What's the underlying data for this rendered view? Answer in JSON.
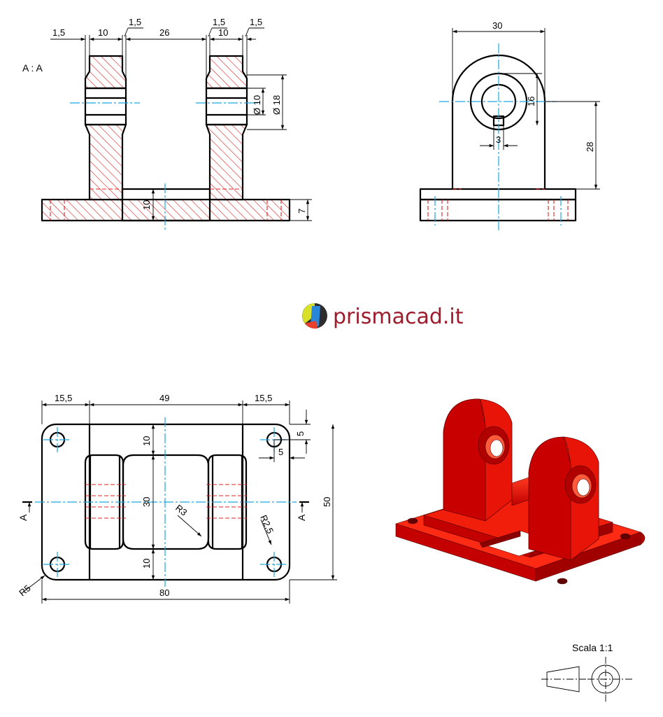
{
  "section_label": "A : A",
  "section_marker": "A",
  "brand": "prismacad.it",
  "scale_label": "Scala 1:1",
  "colors": {
    "part_red": "#d40000",
    "center_line": "#1fa8e0",
    "hidden_line": "#e02020",
    "brand": "#9c1c2c"
  },
  "section_view_dims": {
    "d1": "1,5",
    "d2": "10",
    "d3": "1,5",
    "d4": "26",
    "d5": "1,5",
    "d6": "10",
    "d7": "1,5",
    "dia10": "Ø 10",
    "dia18": "Ø 18",
    "h10": "10",
    "h7": "7"
  },
  "side_view_dims": {
    "w30": "30",
    "h16": "16",
    "h28": "28",
    "w3": "3"
  },
  "top_view_dims": {
    "w15a": "15,5",
    "w49": "49",
    "w15b": "15,5",
    "v5": "5",
    "h5": "5",
    "v10a": "10",
    "v30": "30",
    "v10b": "10",
    "h50": "50",
    "w80": "80",
    "r3": "R3",
    "r25": "R2,5",
    "r5": "R5"
  }
}
